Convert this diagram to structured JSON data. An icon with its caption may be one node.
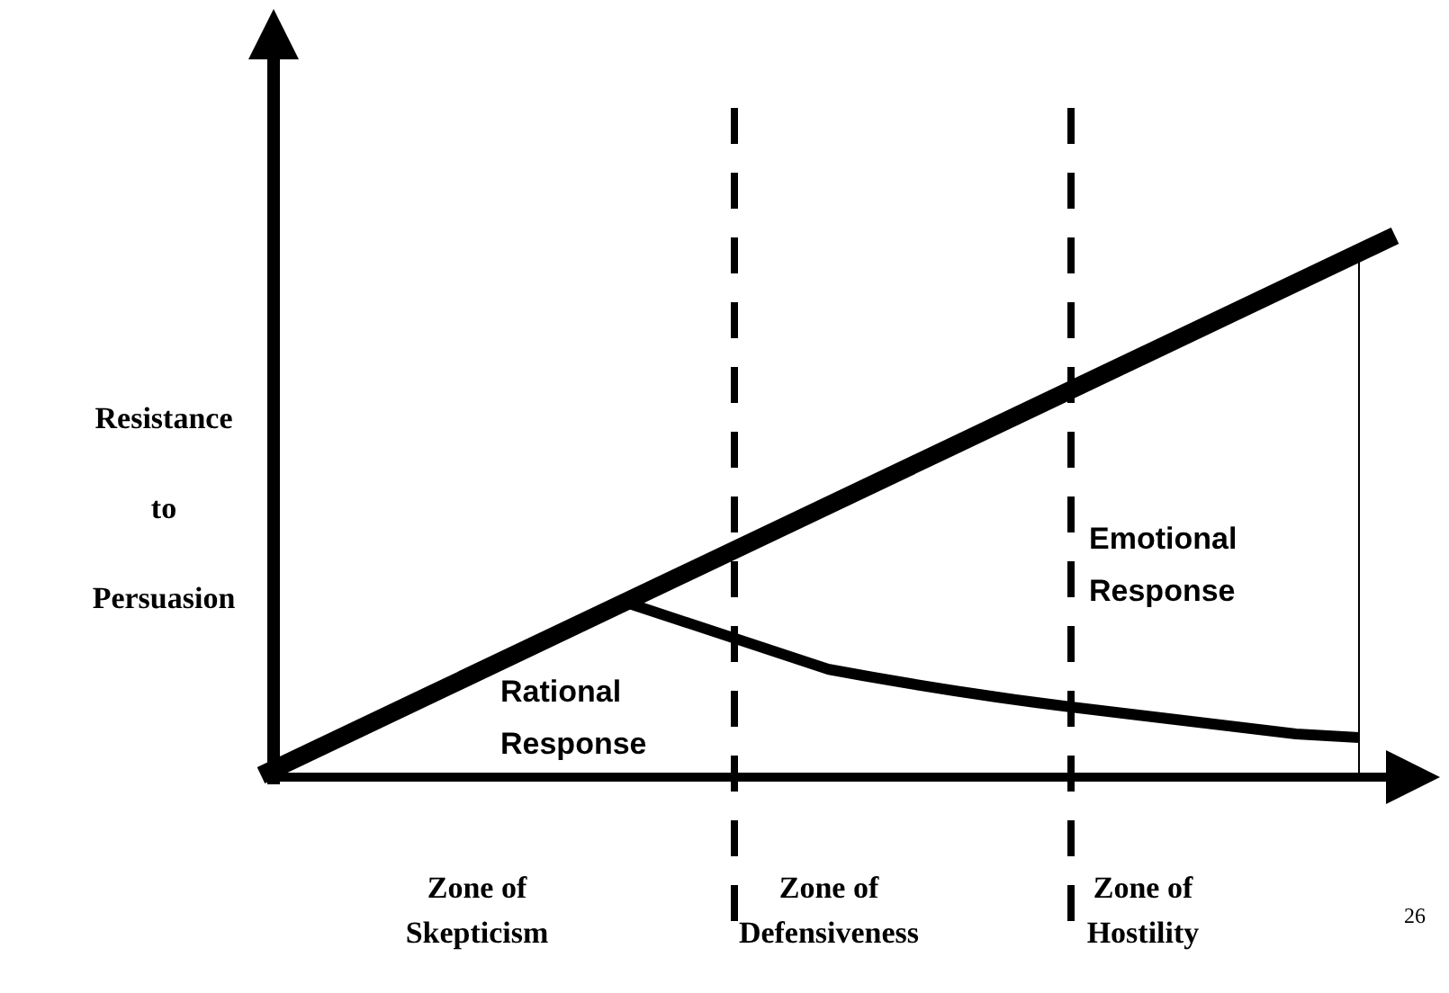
{
  "diagram": {
    "labels": [
      "Resistance to Persuasion",
      "Emotional Response",
      "Rational Response",
      "Zone of Skepticism",
      "Zone of Defensiveness",
      "Zone of Hostility",
      "26"
    ]
  }
}
